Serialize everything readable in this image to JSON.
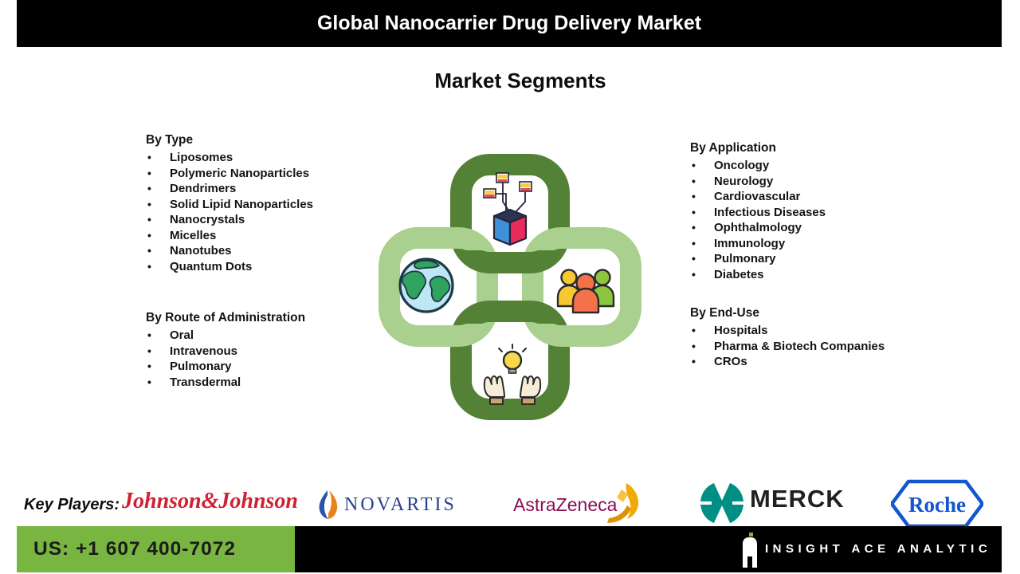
{
  "header": {
    "title": "Global Nanocarrier Drug Delivery Market"
  },
  "subtitle": "Market Segments",
  "segments": {
    "by_type": {
      "heading": "By Type",
      "items": [
        "Liposomes",
        "Polymeric Nanoparticles",
        "Dendrimers",
        "Solid Lipid Nanoparticles",
        "Nanocrystals",
        "Micelles",
        "Nanotubes",
        "Quantum Dots"
      ]
    },
    "by_route": {
      "heading": "By Route of Administration",
      "items": [
        "Oral",
        "Intravenous",
        "Pulmonary",
        "Transdermal"
      ]
    },
    "by_application": {
      "heading": "By Application",
      "items": [
        "Oncology",
        "Neurology",
        "Cardiovascular",
        "Infectious Diseases",
        "Ophthalmology",
        "Immunology",
        "Pulmonary",
        "Diabetes"
      ]
    },
    "by_end_use": {
      "heading": "By End-Use",
      "items": [
        "Hospitals",
        "Pharma & Biotech Companies",
        "CROs"
      ]
    }
  },
  "center_graphic": {
    "description": "four interlocking chain links",
    "icons": {
      "top": "3d-cube-data-model-icon",
      "left": "globe-icon",
      "right": "people-group-icon",
      "bottom": "hands-holding-lightbulb-icon"
    }
  },
  "key_players": {
    "label": "Key Players:",
    "companies": {
      "jnj": "Johnson&Johnson",
      "novartis": "NOVARTIS",
      "astrazeneca": "AstraZeneca",
      "merck": "MERCK",
      "roche": "Roche"
    }
  },
  "footer": {
    "phone": "US: +1 607 400-7072",
    "brand": "INSIGHT ACE ANALYTIC"
  },
  "colors": {
    "dark_green": "#538135",
    "light_green": "#a9d08e",
    "footer_green": "#79b541",
    "jnj_red": "#cf2030",
    "novartis_blue": "#27418e",
    "astrazeneca_mulberry": "#8a0e55",
    "merck_teal": "#008f84",
    "merck_black": "#231f20",
    "roche_blue": "#1256d0"
  }
}
